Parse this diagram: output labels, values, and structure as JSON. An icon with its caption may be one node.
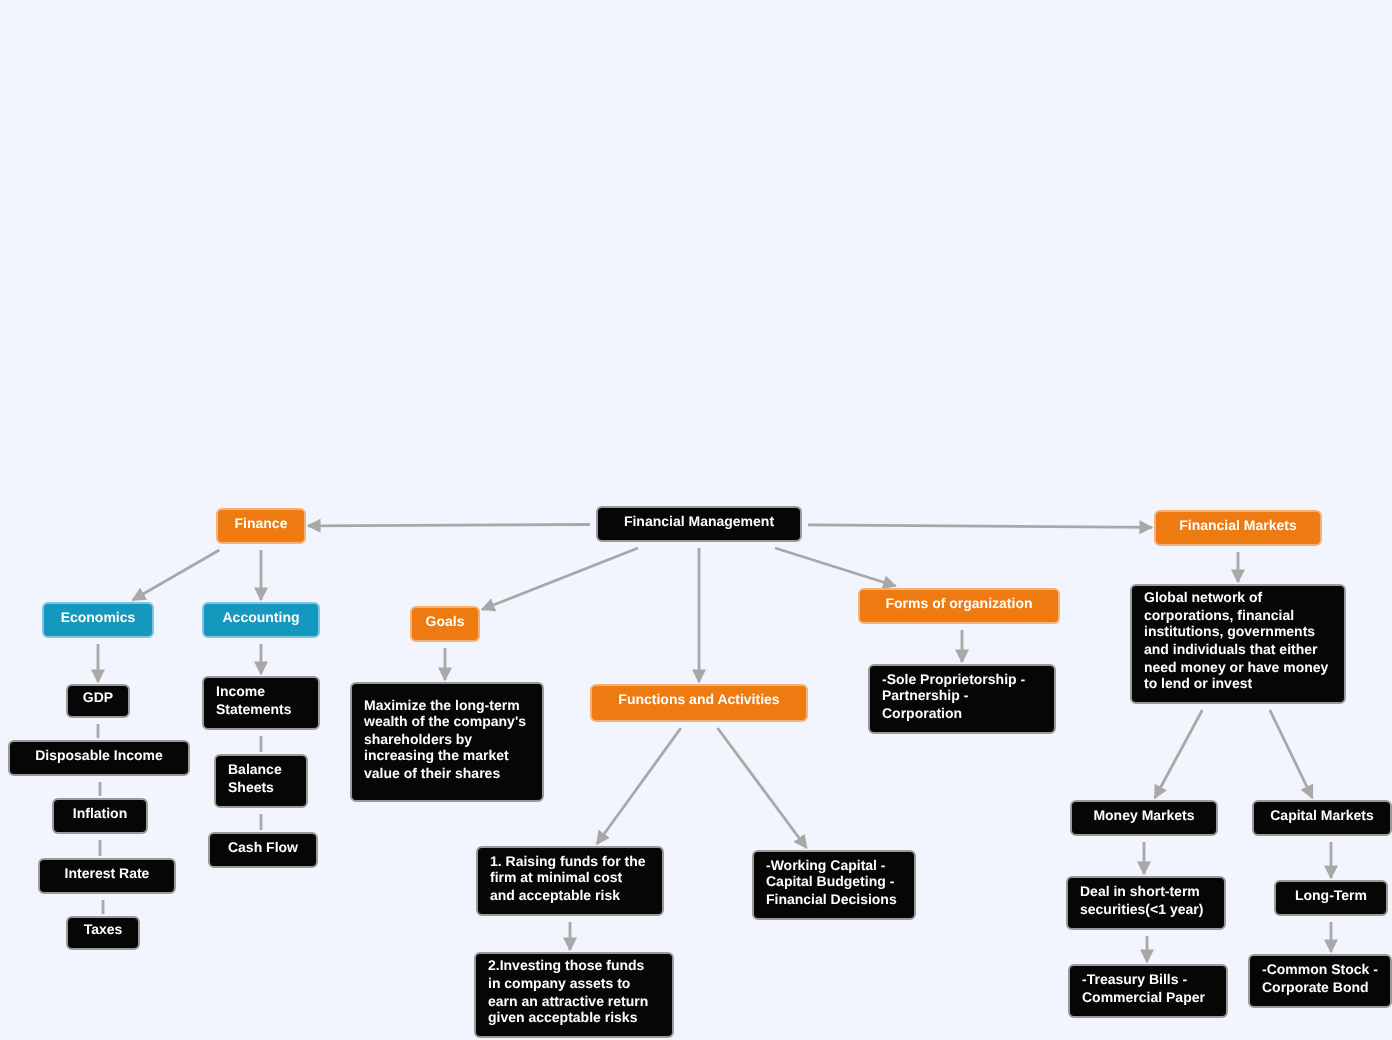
{
  "diagram": {
    "nodes": [
      {
        "text": [
          "Financial Management"
        ]
      },
      {
        "text": [
          "Finance"
        ]
      },
      {
        "text": [
          "Economics"
        ]
      },
      {
        "text": [
          "Accounting"
        ]
      },
      {
        "text": [
          "GDP"
        ]
      },
      {
        "text": [
          "Disposable Income"
        ]
      },
      {
        "text": [
          "Inflation"
        ]
      },
      {
        "text": [
          "Interest Rate"
        ]
      },
      {
        "text": [
          "Taxes"
        ]
      },
      {
        "text": [
          "Income Statements"
        ]
      },
      {
        "text": [
          "Balance Sheets"
        ]
      },
      {
        "text": [
          "Cash Flow"
        ]
      },
      {
        "text": [
          "Goals"
        ]
      },
      {
        "text": [
          "Maximize the long-term wealth of the company's shareholders by increasing the market value of their shares"
        ]
      },
      {
        "text": [
          "Functions and Activities"
        ]
      },
      {
        "text": [
          "1. Raising funds for the firm at minimal cost and acceptable risk"
        ]
      },
      {
        "text": [
          "2.Investing those funds in company assets to earn an attractive return given acceptable risks"
        ]
      },
      {
        "text": [
          "-Working Capital -Capital Budgeting -Financial Decisions"
        ]
      },
      {
        "text": [
          "Forms of organization"
        ]
      },
      {
        "text": [
          "-Sole Proprietorship -Partnership -Corporation"
        ]
      },
      {
        "text": [
          "Financial Markets"
        ]
      },
      {
        "text": [
          "Global network of corporations, financial institutions, governments and individuals that either need money or have money to lend or invest"
        ]
      },
      {
        "text": [
          "Money Markets"
        ]
      },
      {
        "text": [
          "Capital Markets"
        ]
      },
      {
        "text": [
          "Deal in short-term securities(<1 year)"
        ]
      },
      {
        "text": [
          "-Treasury Bills -Commercial Paper"
        ]
      },
      {
        "text": [
          "Long-Term"
        ]
      },
      {
        "text": [
          "-Common Stock -Corporate Bond"
        ]
      }
    ],
    "edges": [
      {
        "from": 0,
        "to": 1,
        "arrow": "to"
      },
      {
        "from": 0,
        "to": 12,
        "arrow": "to"
      },
      {
        "from": 0,
        "to": 14,
        "arrow": "to"
      },
      {
        "from": 0,
        "to": 18,
        "arrow": "to"
      },
      {
        "from": 0,
        "to": 20,
        "arrow": "to"
      },
      {
        "from": 1,
        "to": 2,
        "arrow": "to"
      },
      {
        "from": 1,
        "to": 3,
        "arrow": "to"
      },
      {
        "from": 2,
        "to": 4,
        "arrow": "to"
      },
      {
        "from": 4,
        "to": 5,
        "arrow": "none"
      },
      {
        "from": 5,
        "to": 6,
        "arrow": "none"
      },
      {
        "from": 6,
        "to": 7,
        "arrow": "none"
      },
      {
        "from": 7,
        "to": 8,
        "arrow": "none"
      },
      {
        "from": 3,
        "to": 9,
        "arrow": "to"
      },
      {
        "from": 9,
        "to": 10,
        "arrow": "none"
      },
      {
        "from": 10,
        "to": 11,
        "arrow": "none"
      },
      {
        "from": 12,
        "to": 13,
        "arrow": "to"
      },
      {
        "from": 14,
        "to": 15,
        "arrow": "to"
      },
      {
        "from": 14,
        "to": 17,
        "arrow": "to"
      },
      {
        "from": 15,
        "to": 16,
        "arrow": "to"
      },
      {
        "from": 18,
        "to": 19,
        "arrow": "to"
      },
      {
        "from": 20,
        "to": 21,
        "arrow": "to"
      },
      {
        "from": 21,
        "to": 22,
        "arrow": "to"
      },
      {
        "from": 21,
        "to": 23,
        "arrow": "to"
      },
      {
        "from": 22,
        "to": 24,
        "arrow": "to"
      },
      {
        "from": 24,
        "to": 25,
        "arrow": "to"
      },
      {
        "from": 23,
        "to": 26,
        "arrow": "to"
      },
      {
        "from": 26,
        "to": 27,
        "arrow": "to"
      }
    ]
  }
}
